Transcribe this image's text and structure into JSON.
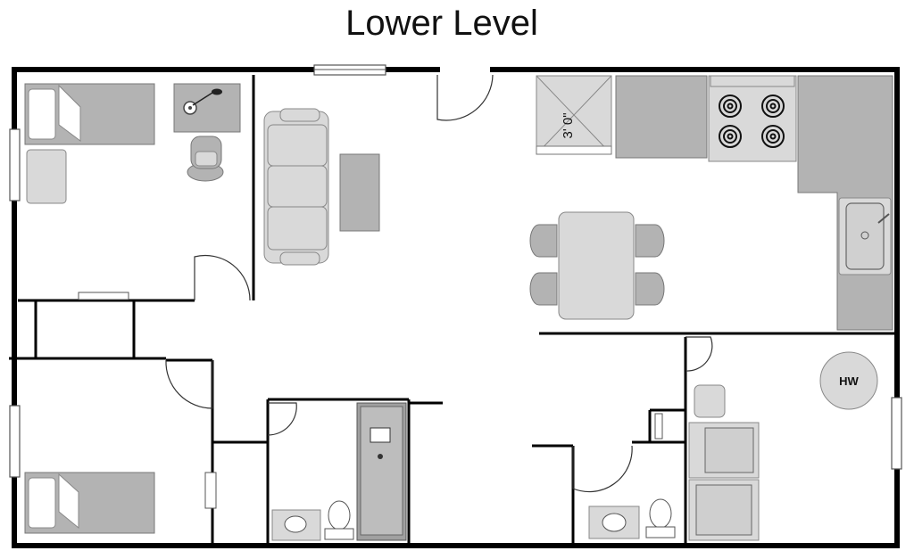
{
  "plan": {
    "title": "Lower Level",
    "shower_dimension": "3' 0\"",
    "water_heater_label": "HW"
  },
  "colors": {
    "wall": "#000000",
    "furniture": "#b3b3b3",
    "fixture": "#d9d9d9"
  }
}
